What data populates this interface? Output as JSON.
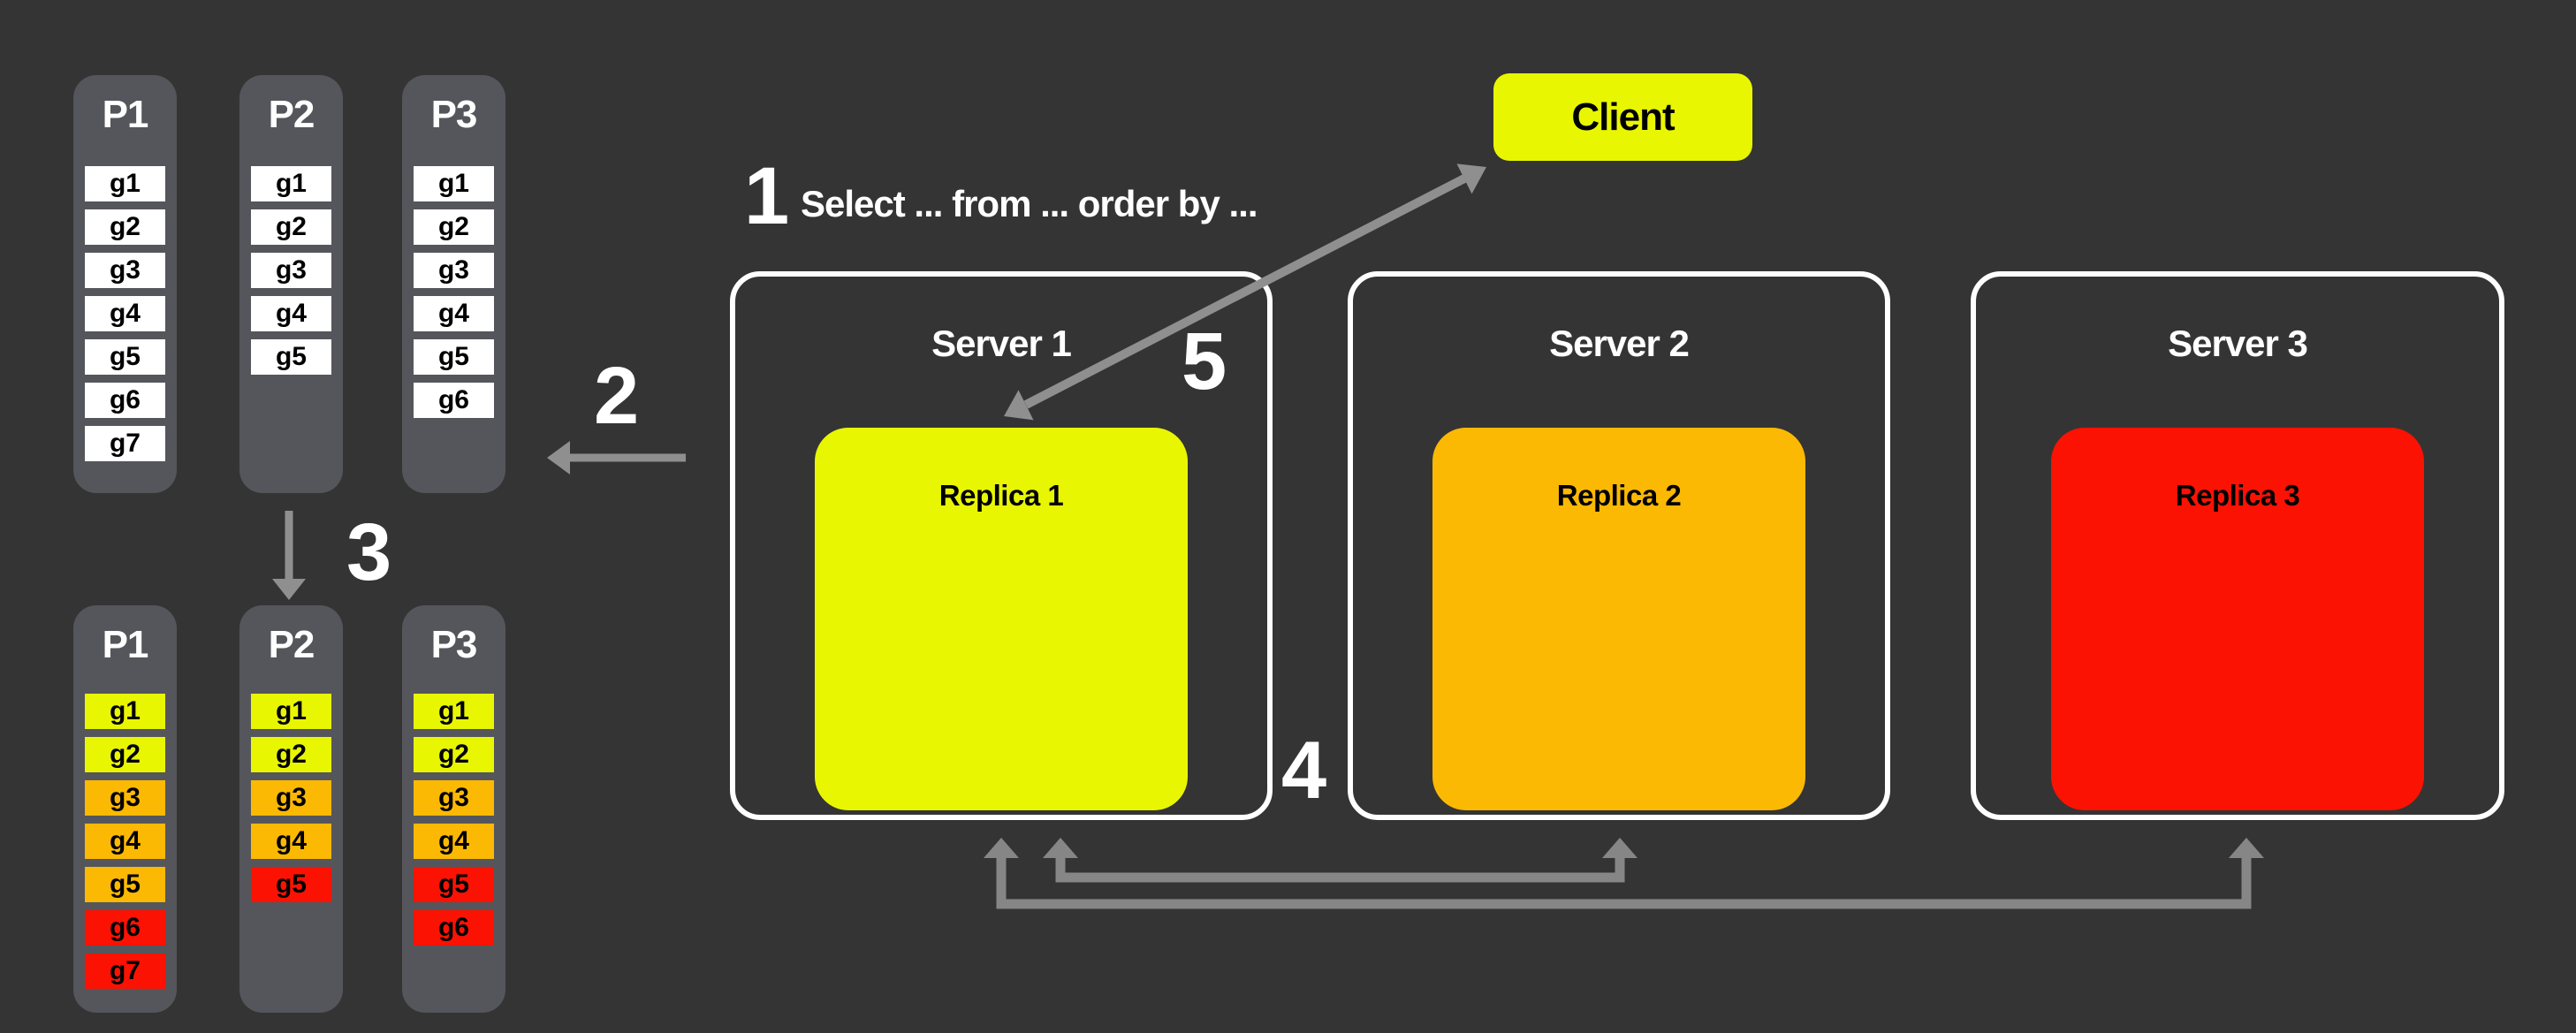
{
  "palette": {
    "background": "#343434",
    "column_gray": "#55565b",
    "server_border": "#ffffff",
    "arrow_gray": "#8f8f8f",
    "bracket_gray": "#868686",
    "cell_white": "#ffffff",
    "yellow": "#e9f602",
    "orange": "#fcb903",
    "red": "#fb1203",
    "text_light": "#ffffff",
    "text_dark": "#000000"
  },
  "flow": {
    "step1": {
      "number": "1",
      "label": "Select ... from ... order by ..."
    },
    "step2": {
      "number": "2"
    },
    "step3": {
      "number": "3"
    },
    "step4": {
      "number": "4"
    },
    "step5": {
      "number": "5"
    }
  },
  "client": {
    "label": "Client",
    "color": "#e9f602"
  },
  "servers": [
    {
      "title": "Server 1",
      "replica": {
        "label": "Replica 1",
        "color": "#e9f602"
      }
    },
    {
      "title": "Server 2",
      "replica": {
        "label": "Replica 2",
        "color": "#fcb903"
      }
    },
    {
      "title": "Server 3",
      "replica": {
        "label": "Replica 3",
        "color": "#fb1203"
      }
    }
  ],
  "partitions_unsorted": [
    {
      "title": "P1",
      "cells": [
        {
          "label": "g1",
          "color": "#ffffff"
        },
        {
          "label": "g2",
          "color": "#ffffff"
        },
        {
          "label": "g3",
          "color": "#ffffff"
        },
        {
          "label": "g4",
          "color": "#ffffff"
        },
        {
          "label": "g5",
          "color": "#ffffff"
        },
        {
          "label": "g6",
          "color": "#ffffff"
        },
        {
          "label": "g7",
          "color": "#ffffff"
        }
      ]
    },
    {
      "title": "P2",
      "cells": [
        {
          "label": "g1",
          "color": "#ffffff"
        },
        {
          "label": "g2",
          "color": "#ffffff"
        },
        {
          "label": "g3",
          "color": "#ffffff"
        },
        {
          "label": "g4",
          "color": "#ffffff"
        },
        {
          "label": "g5",
          "color": "#ffffff"
        }
      ]
    },
    {
      "title": "P3",
      "cells": [
        {
          "label": "g1",
          "color": "#ffffff"
        },
        {
          "label": "g2",
          "color": "#ffffff"
        },
        {
          "label": "g3",
          "color": "#ffffff"
        },
        {
          "label": "g4",
          "color": "#ffffff"
        },
        {
          "label": "g5",
          "color": "#ffffff"
        },
        {
          "label": "g6",
          "color": "#ffffff"
        }
      ]
    }
  ],
  "partitions_sorted": [
    {
      "title": "P1",
      "cells": [
        {
          "label": "g1",
          "color": "#e9f602"
        },
        {
          "label": "g2",
          "color": "#e9f602"
        },
        {
          "label": "g3",
          "color": "#fcb903"
        },
        {
          "label": "g4",
          "color": "#fcb903"
        },
        {
          "label": "g5",
          "color": "#fcb903"
        },
        {
          "label": "g6",
          "color": "#fb1203"
        },
        {
          "label": "g7",
          "color": "#fb1203"
        }
      ]
    },
    {
      "title": "P2",
      "cells": [
        {
          "label": "g1",
          "color": "#e9f602"
        },
        {
          "label": "g2",
          "color": "#e9f602"
        },
        {
          "label": "g3",
          "color": "#fcb903"
        },
        {
          "label": "g4",
          "color": "#fcb903"
        },
        {
          "label": "g5",
          "color": "#fb1203"
        }
      ]
    },
    {
      "title": "P3",
      "cells": [
        {
          "label": "g1",
          "color": "#e9f602"
        },
        {
          "label": "g2",
          "color": "#e9f602"
        },
        {
          "label": "g3",
          "color": "#fcb903"
        },
        {
          "label": "g4",
          "color": "#fcb903"
        },
        {
          "label": "g5",
          "color": "#fb1203"
        },
        {
          "label": "g6",
          "color": "#fb1203"
        }
      ]
    }
  ]
}
